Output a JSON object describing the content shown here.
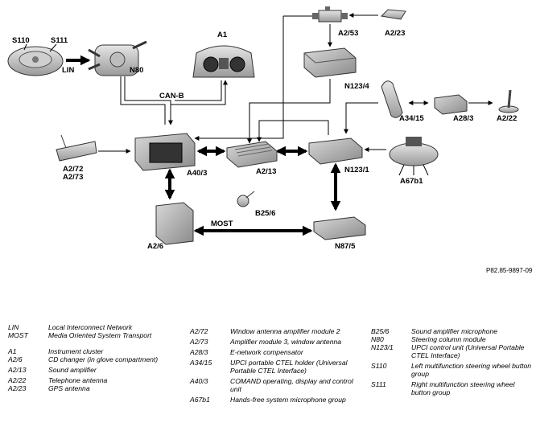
{
  "diagram": {
    "components": {
      "s110": "S110",
      "s111": "S111",
      "n80": "N80",
      "a1": "A1",
      "a2_53": "A2/53",
      "a2_23": "A2/23",
      "n123_4": "N123/4",
      "a34_15": "A34/15",
      "a28_3": "A28/3",
      "a2_22": "A2/22",
      "a2_72": "A2/72",
      "a2_73": "A2/73",
      "a40_3": "A40/3",
      "a2_13": "A2/13",
      "n123_1": "N123/1",
      "a67b1": "A67b1",
      "b25_6": "B25/6",
      "a2_6": "A2/6",
      "n87_5": "N87/5"
    },
    "buses": {
      "lin": "LIN",
      "can_b": "CAN-B",
      "most": "MOST"
    },
    "figure_id": "P82.85-9897-09"
  },
  "legend": {
    "col1": [
      {
        "code": "LIN",
        "desc": "Local Interconnect Network"
      },
      {
        "code": "MOST",
        "desc": "Media Oriented System Transport"
      },
      {
        "code": "A1",
        "desc": "Instrument cluster"
      },
      {
        "code": "A2/6",
        "desc": "CD changer (in glove compartment)"
      },
      {
        "code": "A2/13",
        "desc": "Sound amplifier"
      },
      {
        "code": "A2/22",
        "desc": "Telephone antenna"
      },
      {
        "code": "A2/23",
        "desc": "GPS antenna"
      }
    ],
    "col2": [
      {
        "code": "A2/72",
        "desc": "Window antenna amplifier module 2"
      },
      {
        "code": "A2/73",
        "desc": "Amplifier module 3, window antenna"
      },
      {
        "code": "A28/3",
        "desc": "E-network compensator"
      },
      {
        "code": "A34/15",
        "desc": "UPCI portable CTEL holder (Universal Portable CTEL Interface)"
      },
      {
        "code": "A40/3",
        "desc": "COMAND operating, display and control unit"
      },
      {
        "code": "A67b1",
        "desc": "Hands-free system microphone group"
      }
    ],
    "col3": [
      {
        "code": "B25/6",
        "desc": "Sound amplifier microphone"
      },
      {
        "code": "N80",
        "desc": "Steering column module"
      },
      {
        "code": "N123/1",
        "desc": "UPCI control unit (Universal Portable CTEL Interface)"
      },
      {
        "code": "S110",
        "desc": "Left multifunction steering wheel button group"
      },
      {
        "code": "S111",
        "desc": "Right multifunction steering wheel button group"
      }
    ]
  }
}
